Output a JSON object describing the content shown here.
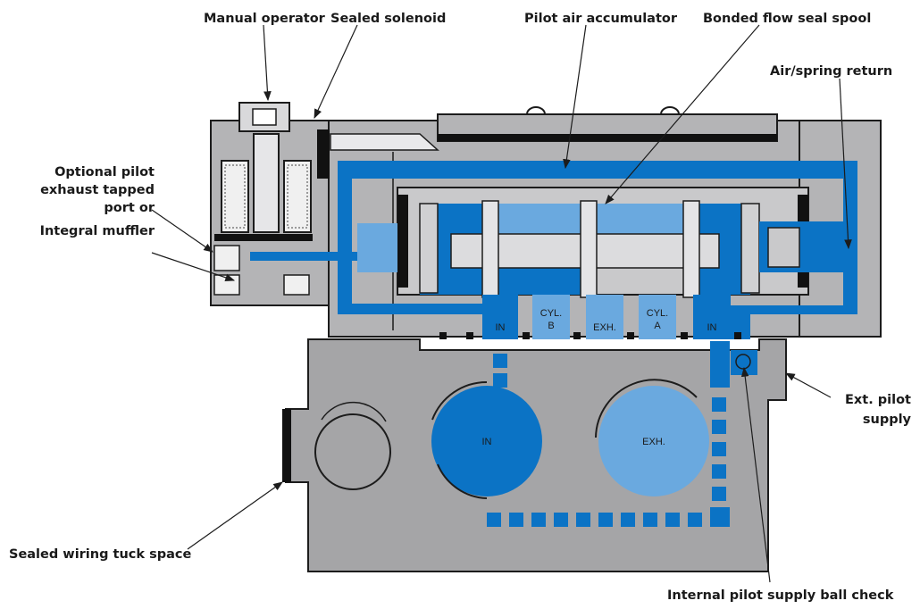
{
  "callouts": {
    "manual_operator": "Manual operator",
    "sealed_solenoid": "Sealed solenoid",
    "pilot_air_accumulator": "Pilot air accumulator",
    "bonded_flow_seal_spool": "Bonded flow seal spool",
    "air_spring_return": "Air/spring return",
    "optional_pilot_line1": "Optional pilot",
    "optional_pilot_line2": "exhaust tapped",
    "optional_pilot_line3": "port or",
    "integral_muffler": "Integral muffler",
    "ext_pilot_line1": "Ext. pilot",
    "ext_pilot_line2": "supply",
    "sealed_wiring": "Sealed wiring tuck space",
    "internal_pilot": "Internal pilot supply ball check"
  },
  "ports": {
    "in_left": "IN",
    "cyl_b_line1": "CYL.",
    "cyl_b_line2": "B",
    "exh_center": "EXH.",
    "cyl_a_line1": "CYL.",
    "cyl_a_line2": "A",
    "in_right": "IN",
    "in_circle": "IN",
    "exh_circle": "EXH."
  },
  "colors": {
    "body": "#a5a5a7",
    "pressure_blue": "#0b73c5",
    "exhaust_light_blue": "#6aa9df"
  }
}
